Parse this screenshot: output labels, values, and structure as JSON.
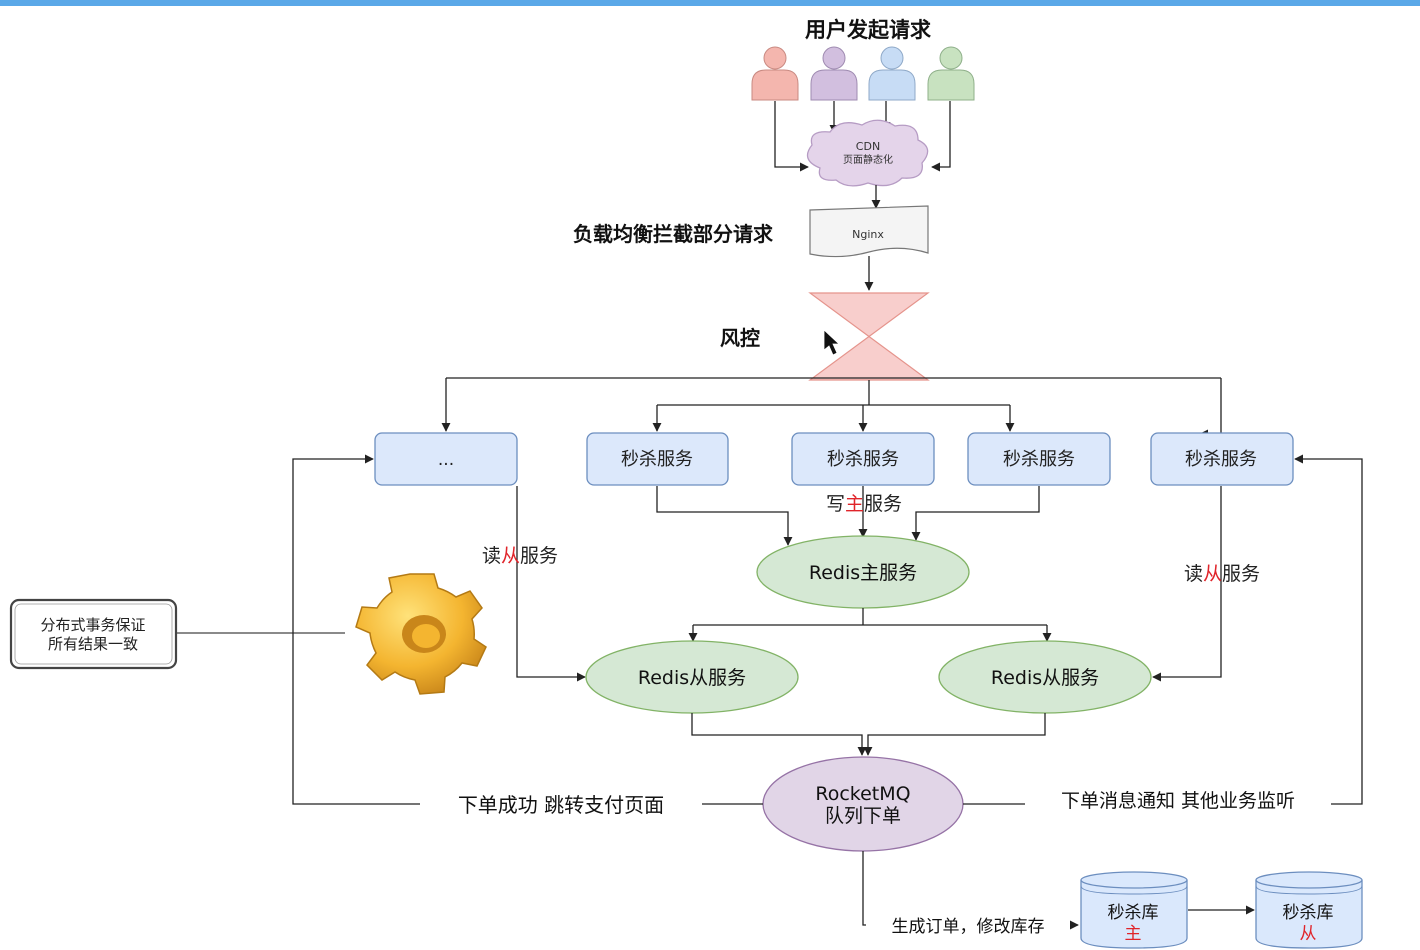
{
  "colors": {
    "top_bar": "#5aa8e8",
    "service_fill": "#dce8fb",
    "service_stroke": "#6c8ebf",
    "redis_fill": "#d5e8d4",
    "redis_stroke": "#82b366",
    "mq_fill": "#e1d5e7",
    "mq_stroke": "#9673a6",
    "db_fill": "#dae8fc",
    "highlight_red": "#e0242a",
    "hourglass_fill": "#f8cecc",
    "user_colors": [
      "#f4b6ae",
      "#d2bfdf",
      "#c7dcf5",
      "#c8e2c0"
    ]
  },
  "title_users": "用户发起请求",
  "cdn": {
    "line1": "CDN",
    "line2": "页面静态化"
  },
  "nginx": {
    "label": "Nginx",
    "side_label": "负载均衡拦截部分请求"
  },
  "risk": {
    "label": "风控"
  },
  "services": {
    "ellipsis": "...",
    "s1": "秒杀服务",
    "s2": "秒杀服务",
    "s3": "秒杀服务",
    "s4": "秒杀服务"
  },
  "write_master": {
    "pre": "写",
    "hl": "主",
    "post": "服务"
  },
  "read_slave_left": {
    "pre": "读",
    "hl": "从",
    "post": "服务"
  },
  "read_slave_right": {
    "pre": "读",
    "hl": "从",
    "post": "服务"
  },
  "redis": {
    "master": "Redis主服务",
    "slave_left": "Redis从服务",
    "slave_right": "Redis从服务"
  },
  "transaction": {
    "line1": "分布式事务保证",
    "line2": "所有结果一致"
  },
  "mq": {
    "line1": "RocketMQ",
    "line2": "队列下单"
  },
  "left_edge_label": "下单成功 跳转支付页面",
  "right_edge_label": "下单消息通知 其他业务监听",
  "order_edge_label": "生成订单，修改库存",
  "db_master": {
    "line1": "秒杀库",
    "line2": "主"
  },
  "db_slave": {
    "line1": "秒杀库",
    "line2": "从"
  },
  "icons": {
    "users": "user-icon",
    "gear": "gear-icon",
    "cursor": "cursor-icon"
  }
}
